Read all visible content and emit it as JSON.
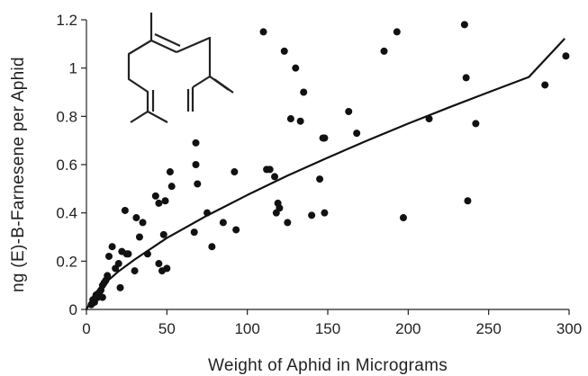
{
  "chart_data": {
    "type": "scatter",
    "title": "",
    "xlabel": "Weight of Aphid in Micrograms",
    "ylabel": "ng (E)-B-Farnesene per Aphid",
    "xlim": [
      0,
      300
    ],
    "ylim": [
      0,
      1.2
    ],
    "xticks": [
      "0",
      "50",
      "100",
      "150",
      "200",
      "250",
      "300"
    ],
    "yticks": [
      "0",
      "0.2",
      "0.4",
      "0.6",
      "0.8",
      "1",
      "1.2"
    ],
    "grid": false,
    "legend": "none",
    "marker_color": "#111111",
    "line_color": "#111111",
    "series": [
      {
        "kind": "points",
        "x": [
          3,
          4,
          5,
          6,
          6,
          7,
          8,
          9,
          10,
          10,
          11,
          12,
          13,
          14,
          16,
          18,
          20,
          21,
          22,
          24,
          25,
          26,
          30,
          31,
          33,
          35,
          38,
          43,
          45,
          45,
          47,
          48,
          49,
          50,
          52,
          53,
          67,
          68,
          68,
          69,
          75,
          78,
          85,
          92,
          93,
          110,
          112,
          114,
          117,
          118,
          119,
          120,
          123,
          125,
          127,
          130,
          133,
          135,
          140,
          145,
          147,
          148,
          148,
          163,
          168,
          185,
          193,
          197,
          213,
          235,
          236,
          237,
          242,
          285,
          298
        ],
        "y": [
          0.02,
          0.04,
          0.03,
          0.06,
          0.05,
          0.05,
          0.06,
          0.08,
          0.05,
          0.1,
          0.11,
          0.12,
          0.14,
          0.22,
          0.26,
          0.17,
          0.19,
          0.09,
          0.24,
          0.41,
          0.23,
          0.23,
          0.16,
          0.38,
          0.3,
          0.36,
          0.23,
          0.47,
          0.19,
          0.44,
          0.16,
          0.31,
          0.45,
          0.17,
          0.57,
          0.51,
          0.32,
          0.69,
          0.6,
          0.52,
          0.4,
          0.26,
          0.36,
          0.57,
          0.33,
          1.15,
          0.58,
          0.58,
          0.55,
          0.4,
          0.44,
          0.42,
          1.07,
          0.36,
          0.79,
          1.0,
          0.78,
          0.9,
          0.39,
          0.54,
          0.71,
          0.4,
          0.71,
          0.82,
          0.73,
          1.07,
          1.15,
          0.38,
          0.79,
          1.18,
          0.96,
          0.45,
          0.77,
          0.93,
          1.05
        ]
      },
      {
        "kind": "fit-curve",
        "x": [
          0,
          5,
          10,
          20,
          30,
          50,
          75,
          100,
          125,
          150,
          175,
          200,
          225,
          250,
          275,
          297
        ],
        "y": [
          0,
          0.065,
          0.1,
          0.158,
          0.207,
          0.296,
          0.389,
          0.474,
          0.554,
          0.629,
          0.701,
          0.77,
          0.836,
          0.9,
          0.963,
          1.12
        ]
      }
    ]
  }
}
